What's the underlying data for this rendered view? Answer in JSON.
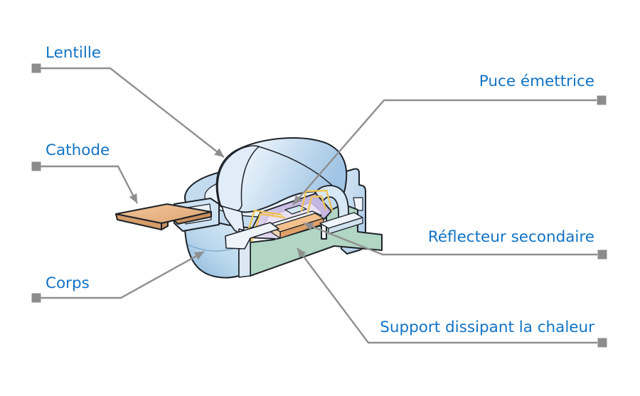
{
  "page": {
    "background": "#ffffff"
  },
  "diagram": {
    "type": "labeled-illustration",
    "labels": [
      {
        "id": "lentille",
        "text": "Lentille"
      },
      {
        "id": "cathode",
        "text": "Cathode"
      },
      {
        "id": "corps",
        "text": "Corps"
      },
      {
        "id": "puce-emettrice",
        "text": "Puce émettrice"
      },
      {
        "id": "reflecteur-secondaire",
        "text": "Réflecteur secondaire"
      },
      {
        "id": "support-dissipant",
        "text": "Support dissipant la chaleur"
      }
    ],
    "label_color": "#1173c5",
    "leader_line_color": "#8f8f8f",
    "leader_square_color": "#8c8c8c",
    "illustration_colors": {
      "outline": "#1e2228",
      "body_blue_light": "#d9e9f6",
      "body_blue": "#c3dbee",
      "body_blue_dark": "#8db8dc",
      "cut_face_white": "#eef4fa",
      "lens_highlight": "#ffffff",
      "lens_blue": "#9fc4e4",
      "heat_sink_green": "#b1d6c4",
      "reflector_lavender": "#cfc1e6",
      "chip_support_orange_top": "#f2c18d",
      "chip_support_orange_front": "#df9f66",
      "copper_lead_top": "#f0c59b",
      "copper_lead_front": "#d69d6a",
      "bond_wire_gold": "#f0c355",
      "chip_blue": "#d2e5f3"
    }
  }
}
